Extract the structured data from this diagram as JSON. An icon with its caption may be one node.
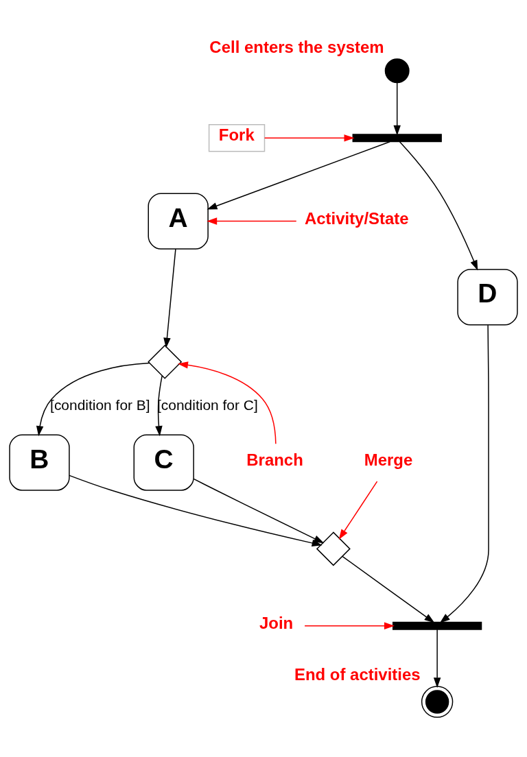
{
  "diagram": {
    "nodes": [
      {
        "text": [],
        "shape": "circle",
        "beside": [
          "Cell enters the system"
        ]
      },
      {
        "text": [
          "Fork"
        ]
      },
      {
        "text": [],
        "shape": "bar"
      },
      {
        "text": [
          "Activity/State"
        ]
      },
      {
        "text": [
          "A"
        ]
      },
      {
        "text": [],
        "shape": "diamond"
      },
      {
        "text": [
          "Branch"
        ]
      },
      {
        "text": [
          "B"
        ]
      },
      {
        "text": [
          "C"
        ]
      },
      {
        "text": [
          "D"
        ]
      },
      {
        "text": [
          "Merge"
        ]
      },
      {
        "text": [],
        "shape": "diamond"
      },
      {
        "text": [
          "Join"
        ]
      },
      {
        "text": [],
        "shape": "bar"
      },
      {
        "text": [],
        "shape": "bullseye",
        "beside": [
          "End of activities"
        ]
      }
    ],
    "edges": [
      {
        "from": 0,
        "to": 2,
        "arrow": "to"
      },
      {
        "from": 1,
        "to": 2,
        "arrow": "to",
        "color": "#ff0000"
      },
      {
        "from": 2,
        "to": 4,
        "arrow": "to"
      },
      {
        "from": 2,
        "to": 9,
        "arrow": "to"
      },
      {
        "from": 3,
        "to": 4,
        "arrow": "to",
        "color": "#ff0000"
      },
      {
        "from": 4,
        "to": 5,
        "arrow": "to"
      },
      {
        "from": 5,
        "to": 7,
        "arrow": "to",
        "label": "[condition for B]"
      },
      {
        "from": 5,
        "to": 8,
        "arrow": "to",
        "label": "[condition for C]"
      },
      {
        "from": 6,
        "to": 5,
        "arrow": "to",
        "color": "#ff0000"
      },
      {
        "from": 7,
        "to": 11,
        "arrow": "to"
      },
      {
        "from": 8,
        "to": 11,
        "arrow": "to"
      },
      {
        "from": 10,
        "to": 11,
        "arrow": "to",
        "color": "#ff0000"
      },
      {
        "from": 11,
        "to": 13,
        "arrow": "to"
      },
      {
        "from": 9,
        "to": 13,
        "arrow": "to"
      },
      {
        "from": 12,
        "to": 13,
        "arrow": "to",
        "color": "#ff0000"
      },
      {
        "from": 13,
        "to": 14,
        "arrow": "to"
      }
    ]
  }
}
